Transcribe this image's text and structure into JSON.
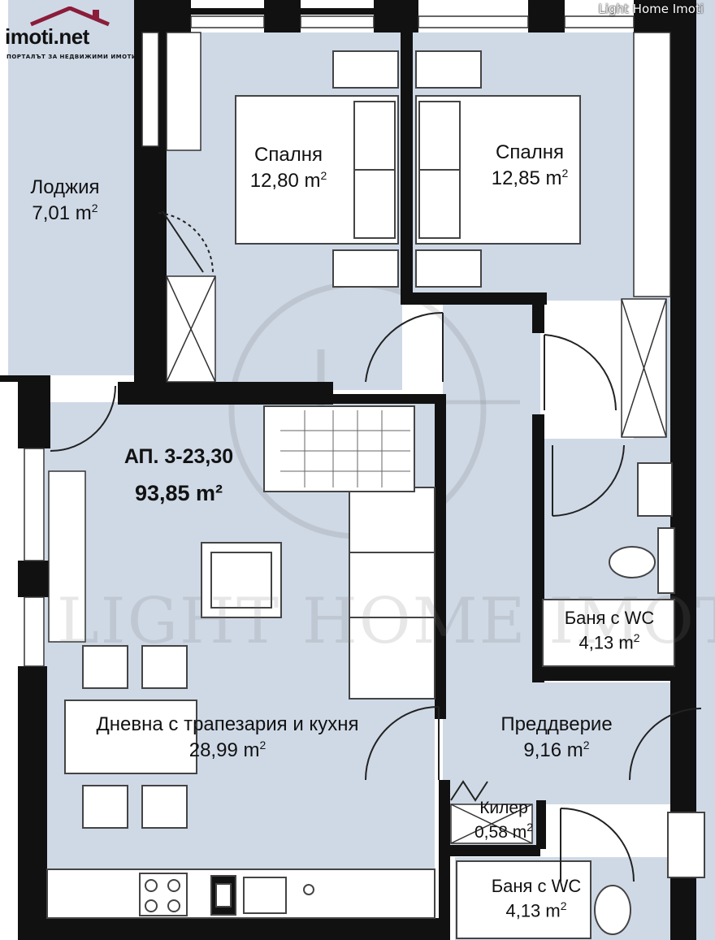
{
  "brand": {
    "site_name": "imoti.net",
    "site_tagline": "ПОРТАЛЪТ ЗА НЕДВИЖИМИ ИМОТИ",
    "agency_name": "Light Home Imoti",
    "watermark_text": "LIGHT HOME IMOTI",
    "accent_color": "#8b1c3a"
  },
  "apartment": {
    "name": "АП. 3-23,30",
    "area": "93,85 m²"
  },
  "rooms": [
    {
      "id": "loggia",
      "name": "Лоджия",
      "area_value": "7,01 m",
      "area_sup": "2"
    },
    {
      "id": "bedroom1",
      "name": "Спалня",
      "area_value": "12,80 m",
      "area_sup": "2"
    },
    {
      "id": "bedroom2",
      "name": "Спалня",
      "area_value": "12,85 m",
      "area_sup": "2"
    },
    {
      "id": "bath1",
      "name": "Баня с WC",
      "area_value": "4,13 m",
      "area_sup": "2"
    },
    {
      "id": "living",
      "name": "Дневна с трапезария и кухня",
      "area_value": "28,99 m",
      "area_sup": "2"
    },
    {
      "id": "hall",
      "name": "Преддверие",
      "area_value": "9,16 m",
      "area_sup": "2"
    },
    {
      "id": "storage",
      "name": "Килер",
      "area_value": "0,58 m",
      "area_sup": "2"
    },
    {
      "id": "bath2",
      "name": "Баня с WC",
      "area_value": "4,13 m",
      "area_sup": "2"
    }
  ],
  "colors": {
    "floor": "#cfd9e6",
    "wall": "#111111",
    "furniture": "#ffffff",
    "outline": "#333333"
  }
}
